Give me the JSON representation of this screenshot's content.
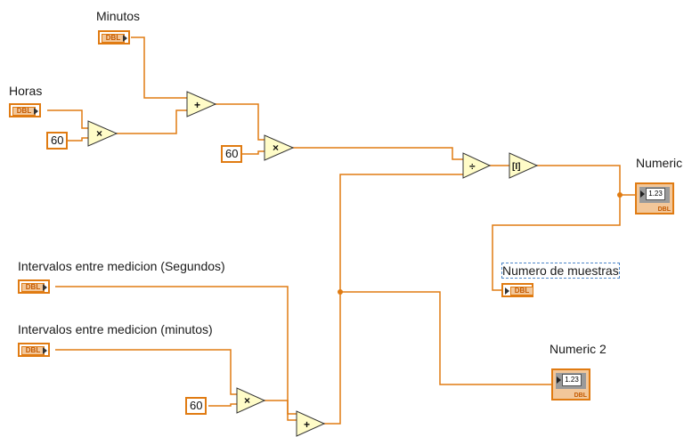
{
  "labels": {
    "minutos": "Minutos",
    "horas": "Horas",
    "intervalos_segundos": "Intervalos entre medicion (Segundos)",
    "intervalos_minutos": "Intervalos entre medicion (minutos)",
    "numeric": "Numeric",
    "numeric2": "Numeric 2",
    "numero_muestras": "Numero de muestras"
  },
  "controls": {
    "dbl_tag": "DBL"
  },
  "constants": {
    "c1": "60",
    "c2": "60",
    "c3": "60"
  },
  "operators": {
    "multiply": "×",
    "add": "+",
    "divide": "÷",
    "round": "[I]"
  },
  "indicators": {
    "value": "1.23",
    "tag": "DBL"
  },
  "colors": {
    "wire": "#e07b12",
    "node_fill": "#fffcc8"
  }
}
